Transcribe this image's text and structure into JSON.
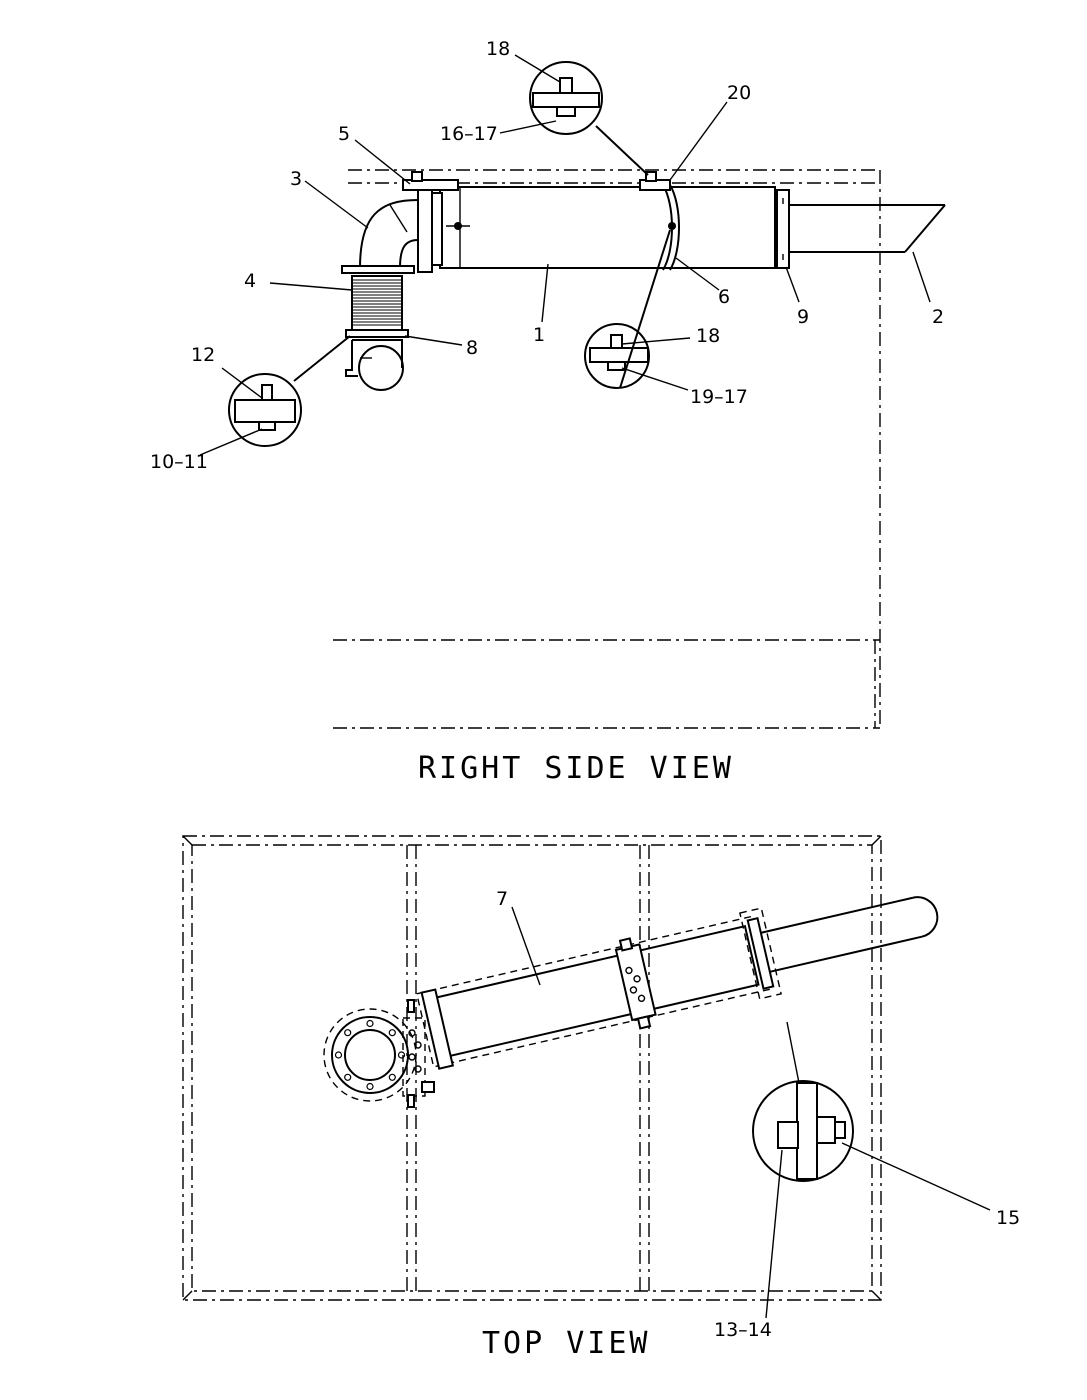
{
  "views": {
    "right_side_title": "RIGHT SIDE VIEW",
    "top_title": "TOP VIEW"
  },
  "callouts": {
    "c1": "1",
    "c2": "2",
    "c3": "3",
    "c4": "4",
    "c5": "5",
    "c6": "6",
    "c7": "7",
    "c8": "8",
    "c9": "9",
    "c10_11": "10–11",
    "c12": "12",
    "c13_14": "13–14",
    "c15": "15",
    "c16_17": "16–17",
    "c18_top": "18",
    "c18_mid": "18",
    "c19_17": "19–17",
    "c20": "20"
  }
}
